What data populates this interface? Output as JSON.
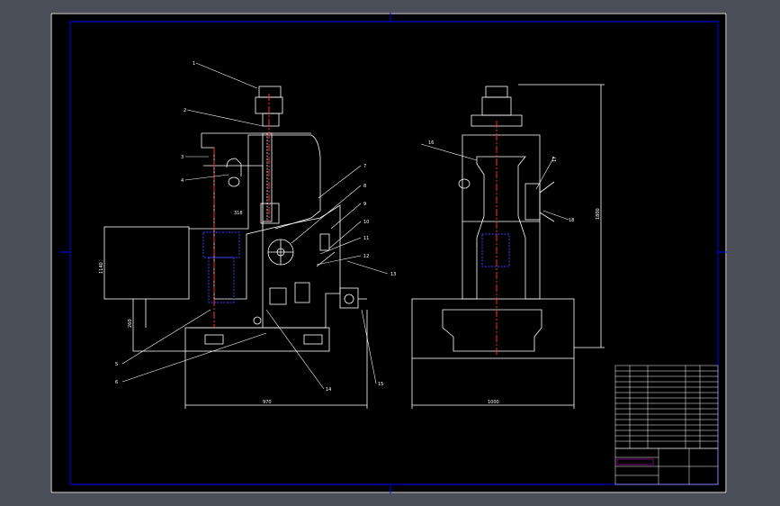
{
  "colors": {
    "background": "#4a4f5a",
    "sheet": "#000000",
    "outline": "#ffffff",
    "inner_frame": "#0000ff",
    "center_line": "#ff0000",
    "hidden_line": "#4040ff",
    "table_red": "#ff00ff"
  },
  "front_view": {
    "callouts": [
      "1",
      "2",
      "3",
      "4",
      "7",
      "8",
      "9",
      "10",
      "11",
      "12",
      "13",
      "14",
      "15",
      "5",
      "6"
    ],
    "dim_width": "970",
    "dim_height": "260",
    "dim_label_318": "318",
    "dim_side": "1140"
  },
  "side_view": {
    "callouts": [
      "16",
      "17",
      "18"
    ],
    "dim_width": "1000",
    "dim_height": "1800"
  }
}
